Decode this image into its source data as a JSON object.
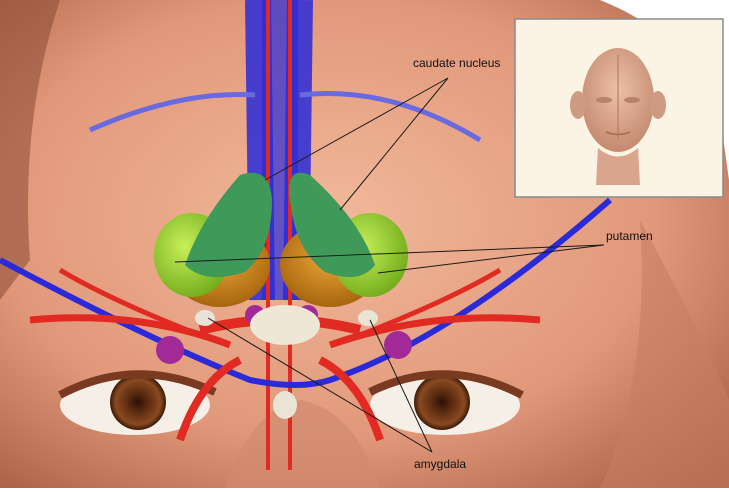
{
  "labels": {
    "caudate": "caudate nucleus",
    "putamen": "putamen",
    "amygdala": "amygdala"
  },
  "colors": {
    "skin": "#e6a383",
    "skin_shadow": "#b86e4f",
    "vein": "#2a2ad8",
    "artery": "#e02a22",
    "caudate": "#3f9a5a",
    "putamen": "#8ccc1e",
    "globus": "#d98a10",
    "amygdala": "#e9e4d6",
    "inset_bg": "#fbf4e4",
    "inset_head": "#d9a58d"
  },
  "icons": [
    "face-illustration",
    "brain-structures",
    "head-inset"
  ]
}
